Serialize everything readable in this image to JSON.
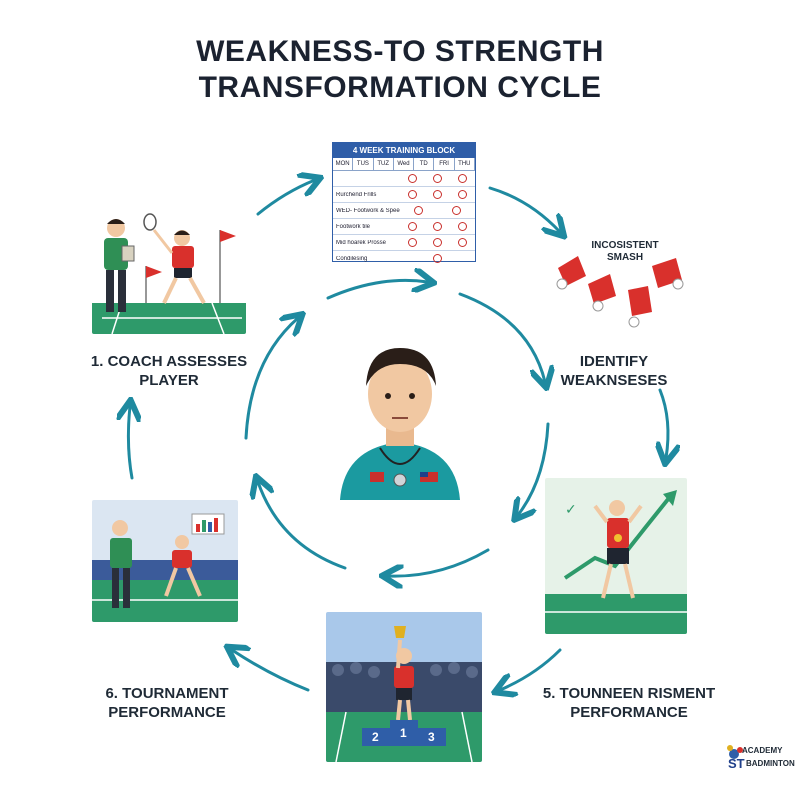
{
  "title": {
    "line1": "WEAKNESS-TO STRENGTH",
    "line2": "TRANSFORMATION CYCLE"
  },
  "steps": {
    "step1": {
      "line1": "1. COACH ASSESSES",
      "line2": "PLAYER"
    },
    "step2": {
      "line1": "IDENTIFY",
      "line2": "WEAKNSESES"
    },
    "step5": {
      "line1": "5. TOUNNEEN RISMENT",
      "line2": "PERFORMANCE"
    },
    "step6": {
      "line1": "6. TOURNAMENT",
      "line2": "PERFORMANCE"
    }
  },
  "shuttle_caption": {
    "line1": "INCOSISTENT",
    "line2": "SMASH"
  },
  "calendar": {
    "heading": "4 WEEK TRAINING BLOCK",
    "days": [
      "MON",
      "TUS",
      "TUZ",
      "Wed",
      "TD",
      "FRI",
      "THU"
    ],
    "rows": [
      "",
      "Rurchend Frills",
      "WED- Footwork & Speed",
      "Footwork tile",
      "Mid hoarek Prosse",
      "Condilesing"
    ]
  },
  "podium": [
    "2",
    "1",
    "3"
  ],
  "logo": {
    "line1": "ACADEMY",
    "line2": "ST",
    "line3": "BADMINTON"
  },
  "colors": {
    "arrow": "#1f8aa0",
    "court": "#2e9a6a",
    "jersey_red": "#d9302c",
    "coach_green": "#2f8f55",
    "center_shirt": "#1b9aa0"
  }
}
